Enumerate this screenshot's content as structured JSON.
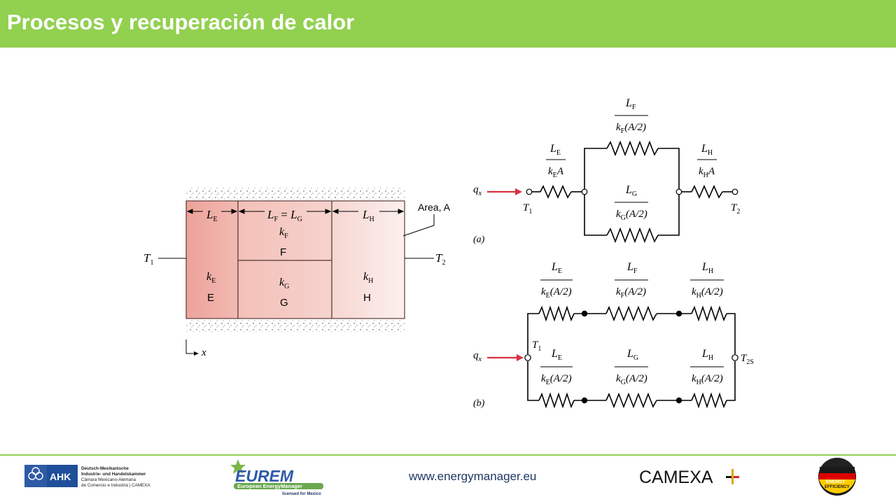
{
  "header": {
    "title": "Procesos y recuperación de calor"
  },
  "composite": {
    "area_label": "Area, A",
    "t1": "T",
    "t1_sub": "1",
    "t2": "T",
    "t2_sub": "2",
    "x_axis": "x",
    "segments": {
      "E": {
        "L": "L",
        "L_sub": "E",
        "k": "k",
        "k_sub": "E",
        "name": "E"
      },
      "F": {
        "k": "k",
        "k_sub": "F",
        "name": "F"
      },
      "G": {
        "k": "k",
        "k_sub": "G",
        "name": "G"
      },
      "H": {
        "L": "L",
        "L_sub": "H",
        "k": "k",
        "k_sub": "H",
        "name": "H"
      },
      "FG": {
        "lhs": "L",
        "lhs_sub": "F",
        "eq": " = ",
        "rhs": "L",
        "rhs_sub": "G"
      }
    }
  },
  "circuit_a": {
    "label": "(a)",
    "q": "q",
    "q_sub": "x",
    "t1": "T",
    "t1_sub": "1",
    "t2": "T",
    "t2_sub": "2",
    "left": {
      "num": "L",
      "num_sub": "E",
      "den": "k",
      "den_sub": "E",
      "den_rest": "A"
    },
    "top": {
      "num": "L",
      "num_sub": "F",
      "den": "k",
      "den_sub": "F",
      "den_rest": "(A/2)"
    },
    "bottom": {
      "num": "L",
      "num_sub": "G",
      "den": "k",
      "den_sub": "G",
      "den_rest": "(A/2)"
    },
    "right": {
      "num": "L",
      "num_sub": "H",
      "den": "k",
      "den_sub": "H",
      "den_rest": "A"
    }
  },
  "circuit_b": {
    "label": "(b)",
    "q": "q",
    "q_sub": "x",
    "t1": "T",
    "t1_sub": "1",
    "t2": "T",
    "t2_sub": "2",
    "t2_extra": "S",
    "top": [
      {
        "num": "L",
        "num_sub": "E",
        "den": "k",
        "den_sub": "E",
        "den_rest": "(A/2)"
      },
      {
        "num": "L",
        "num_sub": "F",
        "den": "k",
        "den_sub": "F",
        "den_rest": "(A/2)"
      },
      {
        "num": "L",
        "num_sub": "H",
        "den": "k",
        "den_sub": "H",
        "den_rest": "(A/2)"
      }
    ],
    "bottom": [
      {
        "num": "L",
        "num_sub": "E",
        "den": "k",
        "den_sub": "E",
        "den_rest": "(A/2)"
      },
      {
        "num": "L",
        "num_sub": "G",
        "den": "k",
        "den_sub": "G",
        "den_rest": "(A/2)"
      },
      {
        "num": "L",
        "num_sub": "H",
        "den": "k",
        "den_sub": "H",
        "den_rest": "(A/2)"
      }
    ]
  },
  "footer": {
    "url": "www.energymanager.eu",
    "ahk": {
      "mark": "AHK",
      "line1": "Deutsch-Mexikanische",
      "line2": "Industrie- und Handelskammer",
      "line3": "Cámara Mexicano-Alemana",
      "line4": "de Comercio e Industria | CAMEXA"
    },
    "eurem": {
      "mark": "EUREM",
      "line1": "European EnergyManager",
      "line2": "licensed for Mexico"
    },
    "camexa": {
      "mark": "CAMEXA"
    },
    "energy": {
      "line1": "ENERGY",
      "line2": "EFFICIENCY"
    },
    "colors": {
      "green": "#92d050",
      "navy": "#1f3864",
      "arrow": "#d9313f"
    }
  }
}
